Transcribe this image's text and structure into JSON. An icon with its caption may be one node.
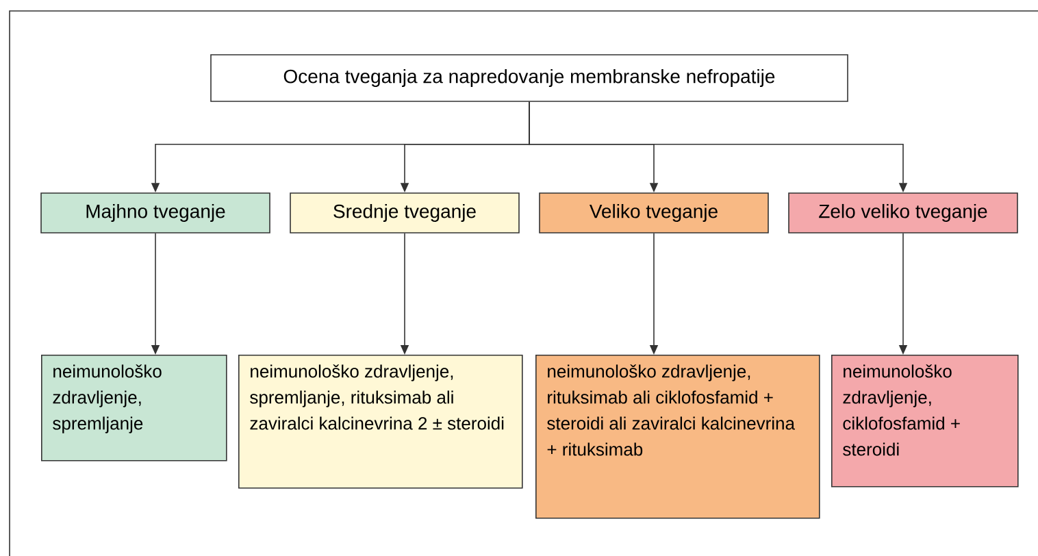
{
  "diagram": {
    "nodes": [
      {
        "text": [
          "Ocena tveganja za napredovanje membranske nefropatije"
        ]
      },
      {
        "text": [
          "Majhno tveganje"
        ]
      },
      {
        "text": [
          "Srednje tveganje"
        ]
      },
      {
        "text": [
          "Veliko tveganje"
        ]
      },
      {
        "text": [
          "Zelo veliko tveganje"
        ]
      },
      {
        "text": [
          "neimunološko zdravljenje, spremljanje"
        ]
      },
      {
        "text": [
          "neimunološko zdravljenje, spremljanje, rituksimab ali zaviralci kalcinevrina 2 ± steroidi"
        ]
      },
      {
        "text": [
          "neimunološko zdravljenje, rituksimab ali ciklofosfamid + steroidi ali zaviralci kalcinevrina + rituksimab"
        ]
      },
      {
        "text": [
          "neimunološko zdravljenje, ciklofosfamid + steroidi"
        ]
      }
    ],
    "edges": [
      {
        "from": 0,
        "to": 1,
        "arrow": "to"
      },
      {
        "from": 0,
        "to": 2,
        "arrow": "to"
      },
      {
        "from": 0,
        "to": 3,
        "arrow": "to"
      },
      {
        "from": 0,
        "to": 4,
        "arrow": "to"
      },
      {
        "from": 1,
        "to": 5,
        "arrow": "to"
      },
      {
        "from": 2,
        "to": 6,
        "arrow": "to"
      },
      {
        "from": 3,
        "to": 7,
        "arrow": "to"
      },
      {
        "from": 4,
        "to": 8,
        "arrow": "to"
      }
    ]
  }
}
